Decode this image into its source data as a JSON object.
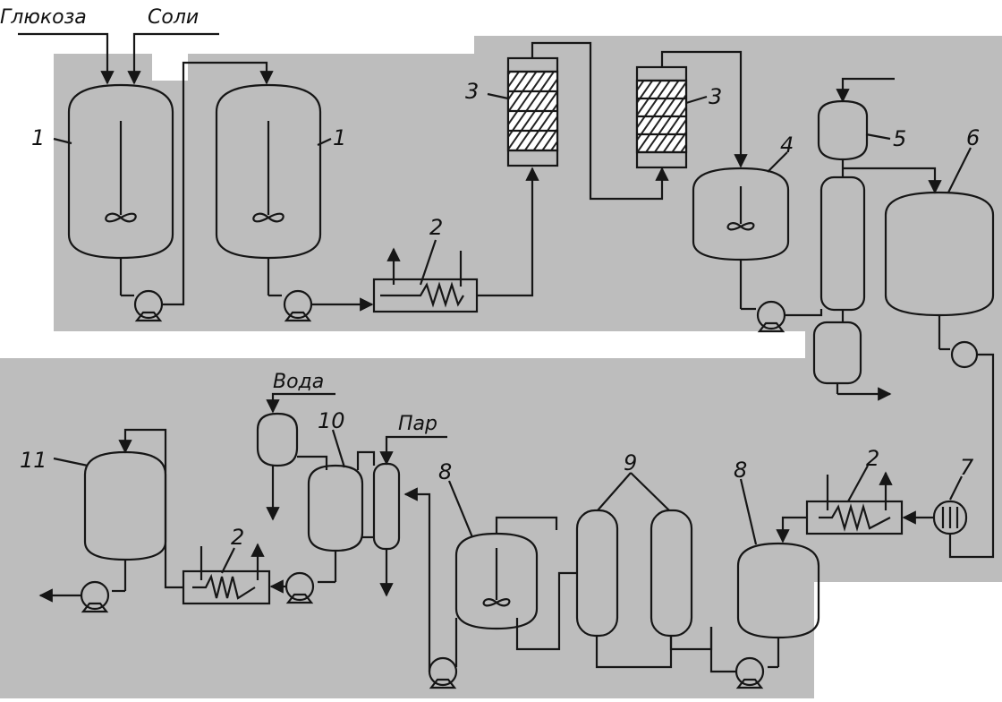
{
  "inputs": {
    "glucose": "Глюкоза",
    "salts": "Соли",
    "water": "Вода",
    "steam": "Пар"
  },
  "numbers": {
    "n1": "1",
    "n2": "2",
    "n3": "3",
    "n4": "4",
    "n5": "5",
    "n6": "6",
    "n7": "7",
    "n8": "8",
    "n9": "9",
    "n10": "10",
    "n11": "11"
  },
  "colors": {
    "line": "#161616",
    "paper_gray": "#bdbdbd",
    "hatch": "#222222"
  }
}
